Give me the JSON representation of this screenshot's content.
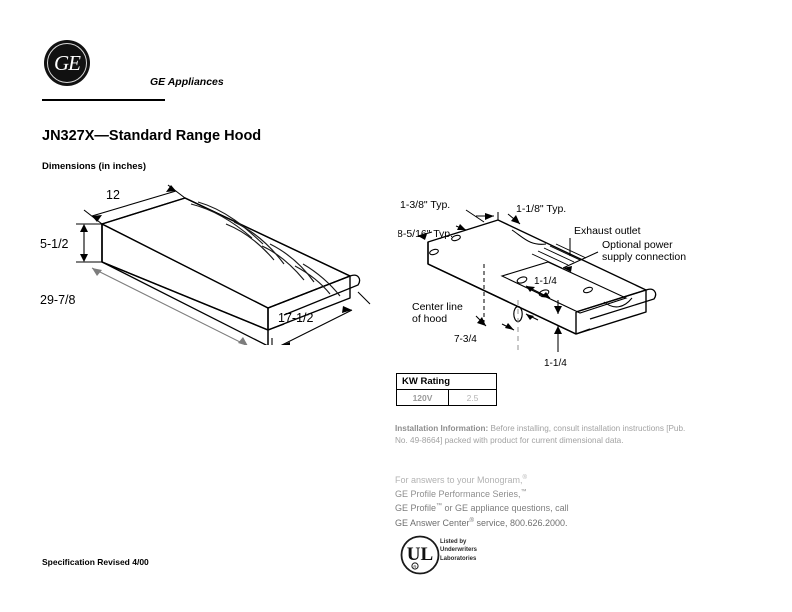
{
  "brand": {
    "logo_glyph": "GE",
    "name": "GE Appliances"
  },
  "document": {
    "title": "JN327X—Standard Range Hood",
    "section_label": "Dimensions (in inches)",
    "footer": "Specification Revised 4/00"
  },
  "left_drawing": {
    "name": "isometric-hood-overall-dimensions",
    "dim_depth": "12",
    "dim_height": "5-1/2",
    "dim_width": "29-7/8",
    "dim_front": "17-1/2"
  },
  "right_drawing": {
    "name": "isometric-hood-mounting-details",
    "dim_left_typ": "1-3/8\" Typ.",
    "dim_top_typ": "1-1/8\" Typ.",
    "dim_side_typ": "8-5/16\" Typ.",
    "label_exhaust": "Exhaust outlet",
    "label_power_line1": "Optional power",
    "label_power_line2": "supply connection",
    "label_centerline_line1": "Center line",
    "label_centerline_line2": "of hood",
    "dim_centerline": "7-3/4",
    "dim_inner": "1-1/4",
    "dim_bottom": "1-1/4"
  },
  "kw_table": {
    "header": "KW Rating",
    "voltage": "120V",
    "rating": "2.5"
  },
  "install_info": {
    "bold_lead": "Installation Information:",
    "text": " Before installing, consult installation instructions [Pub. No. 49-8664] packed with product for current dimensional data."
  },
  "answers": {
    "line1": "For answers to your Monogram,",
    "line1_mark": "®",
    "line2": "GE Profile Performance Series,",
    "line2_mark": "™",
    "line3_a": "GE Profile",
    "line3_mark": "™",
    "line3_b": " or GE appliance questions, call",
    "line4_a": "GE Answer Center",
    "line4_mark": "®",
    "line4_b": " service, 800.626.2000."
  },
  "ul": {
    "glyph": "UL",
    "line1": "Listed by",
    "line2": "Underwriters",
    "line3": "Laboratories"
  },
  "colors": {
    "ink": "#000000",
    "muted": "#9a9a9a",
    "paper": "#ffffff"
  }
}
